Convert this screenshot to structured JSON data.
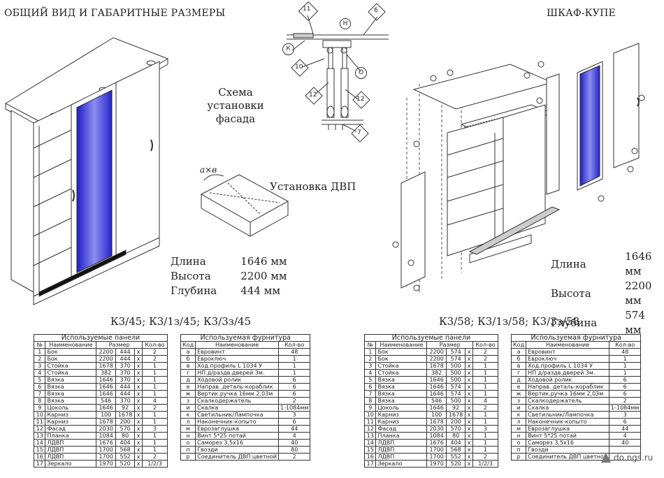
{
  "left": {
    "title": "ОБЩИЙ ВИД И ГАБАРИТНЫЕ РАЗМЕРЫ",
    "model": "К3/45; К3/1з/45; К3/3з/45",
    "dims": [
      {
        "label": "Длина",
        "value": "1646 мм"
      },
      {
        "label": "Высота",
        "value": "2200 мм"
      },
      {
        "label": "Глубина",
        "value": "444 мм"
      }
    ],
    "panels": {
      "caption": "Используемые панели",
      "headers": [
        "№",
        "Наименование",
        "Размер",
        "Кол-во"
      ],
      "rows": [
        [
          "1",
          "Бок",
          "2200",
          "444",
          "x",
          "2"
        ],
        [
          "2",
          "Бок",
          "2200",
          "444",
          "x",
          "2"
        ],
        [
          "3",
          "Стойка",
          "1678",
          "370",
          "x",
          "1"
        ],
        [
          "4",
          "Стойка",
          "382",
          "370",
          "x",
          "1"
        ],
        [
          "5",
          "Вязка",
          "1646",
          "370",
          "x",
          "1"
        ],
        [
          "6",
          "Вязка",
          "1646",
          "444",
          "x",
          "1"
        ],
        [
          "7",
          "Вязка",
          "1646",
          "444",
          "x",
          "1"
        ],
        [
          "8",
          "Вязка",
          "546",
          "370",
          "x",
          "4"
        ],
        [
          "9",
          "Цоколь",
          "1646",
          "92",
          "x",
          "2"
        ],
        [
          "10",
          "Карниз",
          "100",
          "1678",
          "x",
          "1"
        ],
        [
          "11",
          "Карниз",
          "1678",
          "200",
          "x",
          "1"
        ],
        [
          "12",
          "Фасад",
          "2030",
          "570",
          "x",
          "3"
        ],
        [
          "13",
          "Планка",
          "1084",
          "80",
          "x",
          "1"
        ],
        [
          "14",
          "ЛДВП",
          "1676",
          "404",
          "x",
          "1"
        ],
        [
          "15",
          "ЛДВП",
          "1700",
          "568",
          "x",
          "1"
        ],
        [
          "16",
          "ЛДВП",
          "1700",
          "552",
          "x",
          "2"
        ],
        [
          "17",
          "Зеркало",
          "1970",
          "520",
          "x",
          "1/2/3"
        ]
      ]
    },
    "hardware": {
      "caption": "Используемая фурнитура",
      "headers": [
        "Код",
        "Наименование",
        "Кол-во"
      ],
      "rows": [
        [
          "а",
          "Евровинт",
          "48"
        ],
        [
          "б",
          "Евроключ",
          "1"
        ],
        [
          "в",
          "Ход.профиль L 1034 У",
          "1"
        ],
        [
          "г",
          "НП д/раздв.дверей 3м.",
          "1"
        ],
        [
          "д",
          "Ходовой ролик",
          "6"
        ],
        [
          "е",
          "Направ. деталь-кораблик",
          "6"
        ],
        [
          "ж",
          "Вертик.ручка 16мм 2,03м",
          "6"
        ],
        [
          "з",
          "Скалкодержатель",
          "2"
        ],
        [
          "и",
          "Скалка",
          "1-1084мм"
        ],
        [
          "к",
          "Светильник/Лампочка",
          "3"
        ],
        [
          "л",
          "Наконечник-копыто",
          "6"
        ],
        [
          "м",
          "Еврозаглушка",
          "44"
        ],
        [
          "н",
          "Винт 5*25 потай",
          "4"
        ],
        [
          "о",
          "Саморез 3,5х16",
          "40"
        ],
        [
          "п",
          "Гвозди",
          "80"
        ],
        [
          "р",
          "Соединитель ДВП цветной",
          "2"
        ]
      ]
    }
  },
  "center": {
    "scheme_title": "Схема установки фасада",
    "dvp_title": "Установка ДВП",
    "axb": "а×в",
    "callouts": [
      "11",
      "6",
      "К",
      "10",
      "Н",
      "О",
      "12",
      "12",
      "7"
    ]
  },
  "right": {
    "title": "ШКАФ-КУПЕ",
    "model": "К3/58; К3/1з/58; К3/3з/58",
    "dims": [
      {
        "label": "Длина",
        "value": "1646 мм"
      },
      {
        "label": "Высота",
        "value": "2200 мм"
      },
      {
        "label": "Глубина",
        "value": "574 мм"
      }
    ],
    "panels": {
      "caption": "Используемые панели",
      "headers": [
        "№",
        "Наименование",
        "Размер",
        "Кол-во"
      ],
      "rows": [
        [
          "1",
          "Бок",
          "2200",
          "574",
          "x",
          "2"
        ],
        [
          "2",
          "Бок",
          "2200",
          "574",
          "x",
          "2"
        ],
        [
          "3",
          "Стойка",
          "1678",
          "500",
          "x",
          "1"
        ],
        [
          "4",
          "Стойка",
          "382",
          "500",
          "x",
          "1"
        ],
        [
          "5",
          "Вязка",
          "1646",
          "500",
          "x",
          "1"
        ],
        [
          "6",
          "Вязка",
          "1646",
          "574",
          "x",
          "1"
        ],
        [
          "7",
          "Вязка",
          "1646",
          "574",
          "x",
          "1"
        ],
        [
          "8",
          "Вязка",
          "546",
          "500",
          "x",
          "4"
        ],
        [
          "9",
          "Цоколь",
          "1646",
          "92",
          "x",
          "2"
        ],
        [
          "10",
          "Карниз",
          "100",
          "1678",
          "x",
          "1"
        ],
        [
          "11",
          "Карниз",
          "1678",
          "200",
          "x",
          "1"
        ],
        [
          "12",
          "Фасад",
          "2030",
          "570",
          "x",
          "3"
        ],
        [
          "13",
          "Планка",
          "1084",
          "80",
          "x",
          "1"
        ],
        [
          "14",
          "ЛДВП",
          "1676",
          "404",
          "x",
          "1"
        ],
        [
          "15",
          "ЛДВП",
          "1700",
          "568",
          "x",
          "1"
        ],
        [
          "16",
          "ЛДВП",
          "1700",
          "552",
          "x",
          "2"
        ],
        [
          "17",
          "Зеркало",
          "1970",
          "520",
          "x",
          "1/2/3"
        ]
      ]
    },
    "hardware": {
      "caption": "Используемая фурнитура",
      "headers": [
        "Код",
        "Наименование",
        "Кол-во"
      ],
      "rows": [
        [
          "а",
          "Евровинт",
          "48"
        ],
        [
          "б",
          "Евроключ",
          "1"
        ],
        [
          "в",
          "Ход.профиль L 1034 У",
          "1"
        ],
        [
          "г",
          "НП д/раздв.дверей 3м.",
          "1"
        ],
        [
          "д",
          "Ходовой ролик",
          "6"
        ],
        [
          "е",
          "Направ. деталь-кораблик",
          "6"
        ],
        [
          "ж",
          "Вертик.ручка 16мм 2,03м",
          "6"
        ],
        [
          "з",
          "Скалкодержатель",
          "2"
        ],
        [
          "и",
          "Скалка",
          "1-1084мм"
        ],
        [
          "к",
          "Светильник/Лампочка",
          "3"
        ],
        [
          "л",
          "Наконечник-копыто",
          "6"
        ],
        [
          "м",
          "Еврозаглушка",
          "44"
        ],
        [
          "н",
          "Винт 5*25 потай",
          "4"
        ],
        [
          "о",
          "Саморез 3,5х16",
          "40"
        ],
        [
          "п",
          "Гвозди",
          ""
        ],
        [
          "р",
          "Соединитель ДВП цветной",
          ""
        ]
      ]
    }
  },
  "watermark": "do.ngs.ru",
  "colors": {
    "mirror": "#2f2fd6",
    "mirror_light": "#8d8df0",
    "line": "#333333"
  }
}
